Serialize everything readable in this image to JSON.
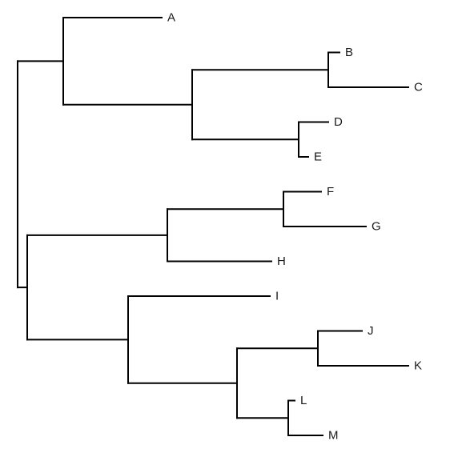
{
  "tree": {
    "root": {
      "children": [
        {
          "children": [
            {
              "leaf": "A"
            },
            {
              "children": [
                {
                  "children": [
                    {
                      "leaf": "B"
                    },
                    {
                      "leaf": "C"
                    }
                  ]
                },
                {
                  "children": [
                    {
                      "leaf": "D"
                    },
                    {
                      "leaf": "E"
                    }
                  ]
                }
              ]
            }
          ]
        },
        {
          "children": [
            {
              "children": [
                {
                  "children": [
                    {
                      "leaf": "F"
                    },
                    {
                      "leaf": "G"
                    }
                  ]
                },
                {
                  "leaf": "H"
                }
              ]
            },
            {
              "children": [
                {
                  "leaf": "I"
                },
                {
                  "children": [
                    {
                      "children": [
                        {
                          "leaf": "J"
                        },
                        {
                          "leaf": "K"
                        }
                      ]
                    },
                    {
                      "children": [
                        {
                          "leaf": "L"
                        },
                        {
                          "leaf": "M"
                        }
                      ]
                    }
                  ]
                }
              ]
            }
          ]
        }
      ]
    }
  }
}
